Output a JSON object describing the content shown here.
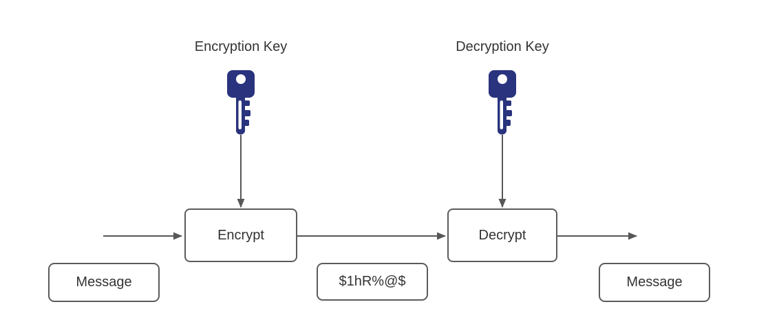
{
  "diagram": {
    "labels": {
      "encryption_key": "Encryption Key",
      "decryption_key": "Decryption Key"
    },
    "boxes": {
      "encrypt": "Encrypt",
      "decrypt": "Decrypt",
      "message_left": "Message",
      "ciphertext": "$1hR%@$",
      "message_right": "Message"
    },
    "icons": {
      "encryption_key_icon": "key-icon",
      "decryption_key_icon": "key-icon"
    },
    "colors": {
      "key_fill": "#2a337d",
      "box_border": "#5b5b5b",
      "arrow": "#575757",
      "text": "#333333",
      "background": "#ffffff"
    }
  }
}
